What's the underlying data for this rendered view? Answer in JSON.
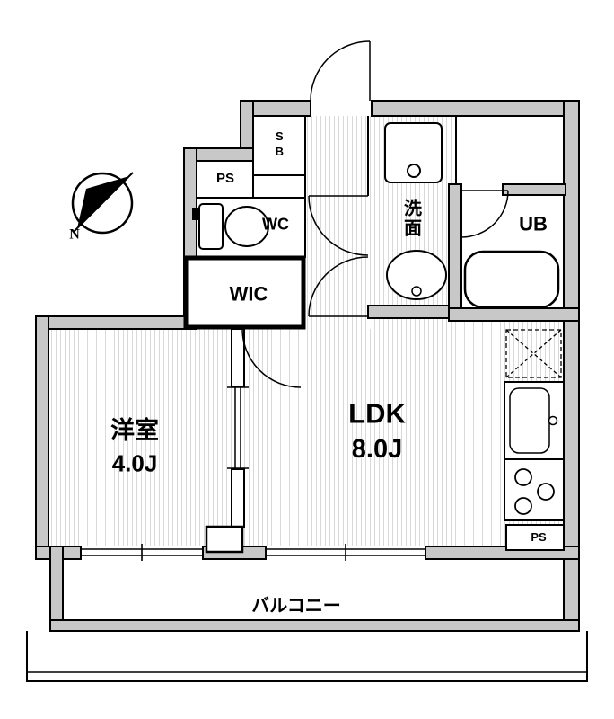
{
  "compass": {
    "north": "N"
  },
  "rooms": {
    "western_room": {
      "name": "洋室",
      "size": "4.0J"
    },
    "ldk": {
      "name": "LDK",
      "size": "8.0J"
    },
    "walk_in_closet": {
      "label": "WIC"
    },
    "toilet": {
      "label": "WC"
    },
    "washroom": {
      "label": "洗面"
    },
    "unit_bath": {
      "label": "UB"
    },
    "shoe_box": {
      "label": "SB"
    },
    "pipe_space_upper": {
      "label": "PS"
    },
    "pipe_space_lower": {
      "label": "PS"
    },
    "balcony": {
      "label": "バルコニー"
    }
  },
  "colors": {
    "wall_fill": "#c8c8c8",
    "outline": "#000000",
    "floor_hatch": "#d9d9d9",
    "background": "#ffffff"
  }
}
